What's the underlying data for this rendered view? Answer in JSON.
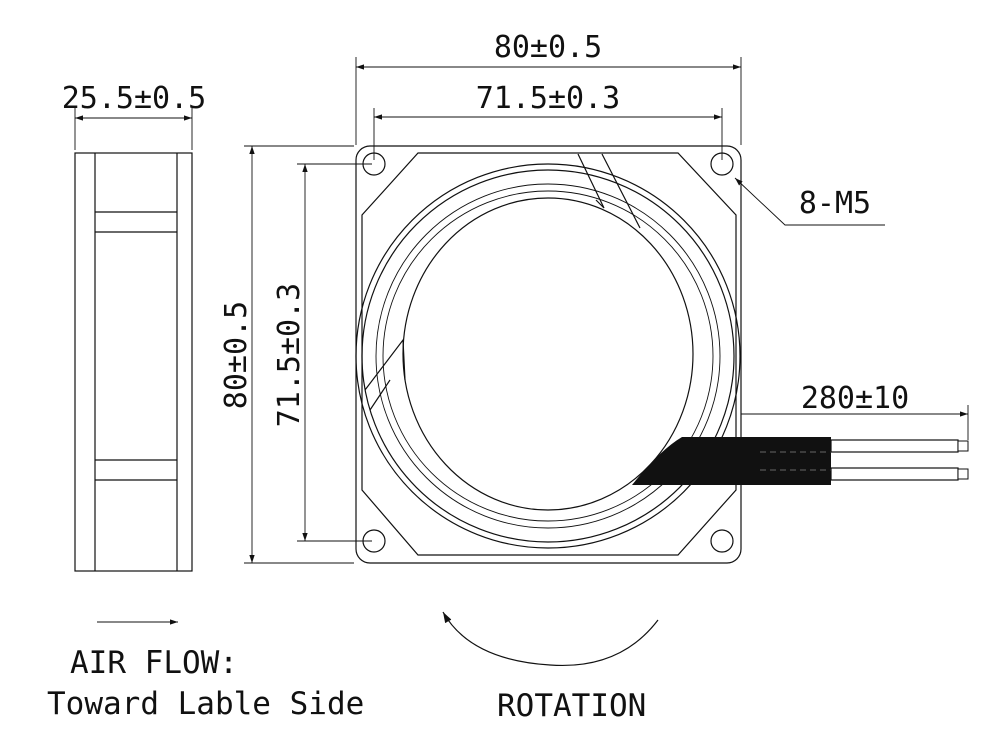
{
  "dimensions": {
    "overall_width": "80±0.5",
    "hole_spacing_width": "71.5±0.3",
    "thickness": "25.5±0.5",
    "overall_height": "80±0.5",
    "hole_spacing_height": "71.5±0.3",
    "mounting_holes": "8-M5",
    "lead_length": "280±10"
  },
  "labels": {
    "airflow_title": "AIR FLOW:",
    "airflow_desc": "Toward Lable Side",
    "rotation": "ROTATION"
  }
}
